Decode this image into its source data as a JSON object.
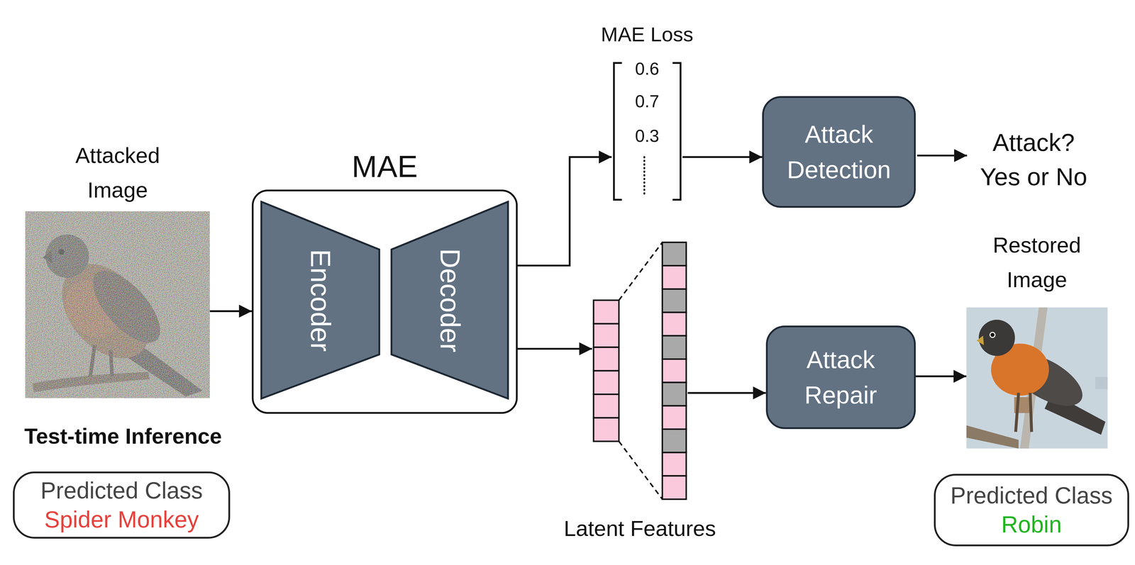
{
  "diagram": {
    "nodes": [
      {
        "text": [
          "Attacked Image"
        ]
      },
      {
        "text": [
          "Predicted Class",
          "Spider Monkey"
        ]
      },
      {
        "text": [
          "MAE"
        ]
      },
      {
        "text": [
          "Encoder"
        ],
        "in": 2
      },
      {
        "text": [
          "Decoder"
        ],
        "in": 2
      },
      {
        "text": [
          "MAE Loss",
          "0.6",
          "0.7",
          "0.3"
        ]
      },
      {
        "text": [
          "Attack Detection"
        ]
      },
      {
        "text": [
          "Latent Features"
        ]
      },
      {
        "text": [
          "Attack Repair"
        ]
      },
      {
        "text": [
          "Restored Image"
        ]
      },
      {
        "text": [
          "Predicted Class",
          "Robin"
        ]
      }
    ],
    "edges": [
      {
        "from": 0,
        "to": 2,
        "arrow": "to"
      },
      {
        "from": 2,
        "to": 5,
        "arrow": "to"
      },
      {
        "from": 5,
        "to": 6,
        "arrow": "to"
      },
      {
        "from": 2,
        "to": 7,
        "arrow": "to"
      },
      {
        "from": 7,
        "to": 8,
        "arrow": "to"
      },
      {
        "from": 8,
        "to": 9,
        "arrow": "to"
      }
    ],
    "labels": [
      "Test-time Inference",
      "Attack? Yes or No"
    ]
  }
}
